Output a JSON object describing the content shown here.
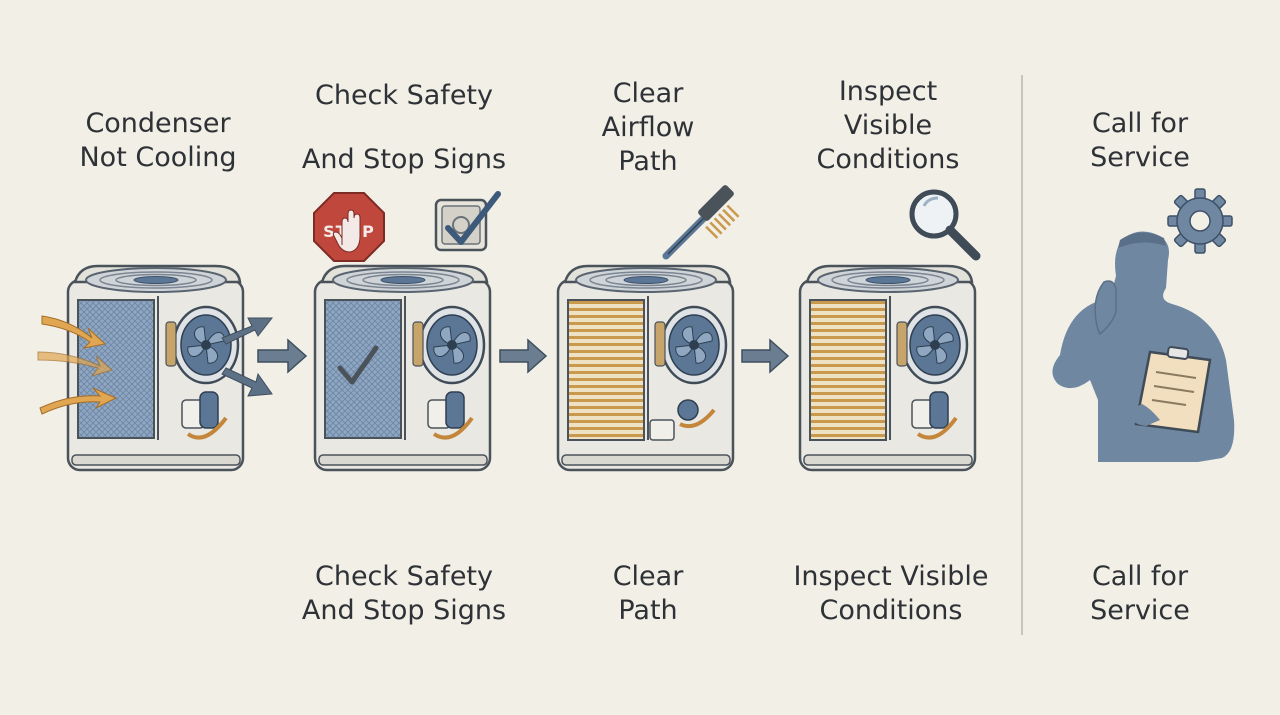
{
  "steps": [
    {
      "id": "condenser-not-cooling",
      "title_lines": [
        "Condenser",
        "Not Cooling"
      ],
      "caption_lines": []
    },
    {
      "id": "check-safety",
      "title_lines": [
        "Check Safety",
        "And Stop Signs"
      ],
      "caption_lines": [
        "Check Safety",
        "And Stop Signs"
      ]
    },
    {
      "id": "clear-airflow",
      "title_lines": [
        "Clear",
        "Airflow",
        "Path"
      ],
      "caption_lines": [
        "Clear",
        "Path"
      ]
    },
    {
      "id": "inspect",
      "title_lines": [
        "Inspect",
        "Visible",
        "Conditions"
      ],
      "caption_lines": [
        "Inspect Visible",
        "Conditions"
      ]
    },
    {
      "id": "call-service",
      "title_lines": [
        "Call for",
        "Service"
      ],
      "caption_lines": [
        "Call for",
        "Service"
      ]
    }
  ],
  "stop_sign_text": "STOP",
  "icons": [
    "airflow-arrows-icon",
    "stop-sign-icon",
    "checkbox-icon",
    "brush-icon",
    "magnifier-icon",
    "gear-icon",
    "technician-icon",
    "clipboard-icon"
  ],
  "colors": {
    "background": "#f2efe7",
    "unit_body": "#e9e8e2",
    "coil_blue": "#7f97b4",
    "fan": "#5b7795",
    "arrow": "#5d7186",
    "air": "#e1a652",
    "stop_red": "#c0473c",
    "technician": "#6f87a0",
    "divider": "#c9c5bb"
  }
}
